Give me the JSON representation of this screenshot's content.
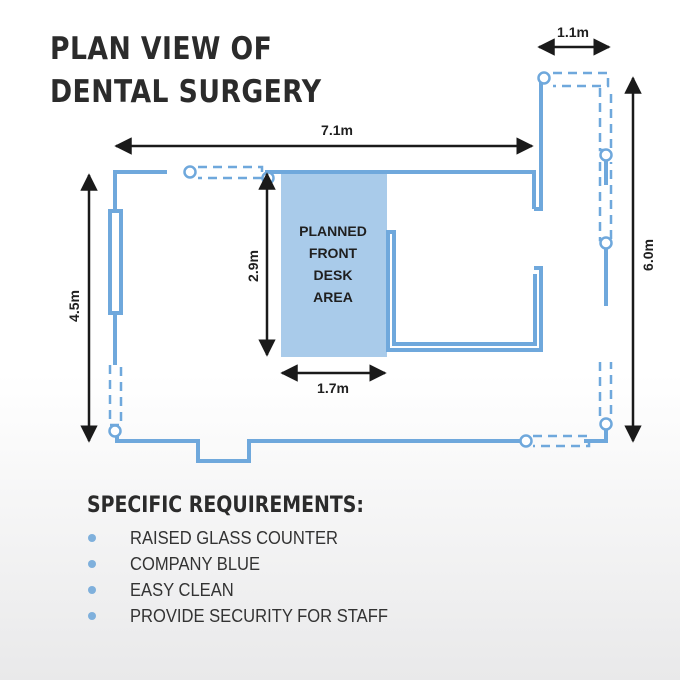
{
  "title": {
    "line1": "PLAN VIEW OF",
    "line2": "DENTAL SURGERY"
  },
  "dimensions": {
    "width_total": "7.1m",
    "height_left": "4.5m",
    "height_right": "6.0m",
    "corridor_width": "1.1m",
    "desk_depth": "2.9m",
    "desk_width": "1.7m"
  },
  "desk_area": {
    "lines": [
      "PLANNED",
      "FRONT",
      "DESK",
      "AREA"
    ]
  },
  "requirements": {
    "heading": "SPECIFIC REQUIREMENTS:",
    "items": [
      "RAISED GLASS COUNTER",
      "COMPANY BLUE",
      "EASY CLEAN",
      "PROVIDE SECURITY FOR STAFF"
    ]
  },
  "colors": {
    "wall": "#6fa8dc",
    "desk_fill": "#a9cbea",
    "bullet": "#7fb0dc",
    "text": "#2a2a2a"
  }
}
